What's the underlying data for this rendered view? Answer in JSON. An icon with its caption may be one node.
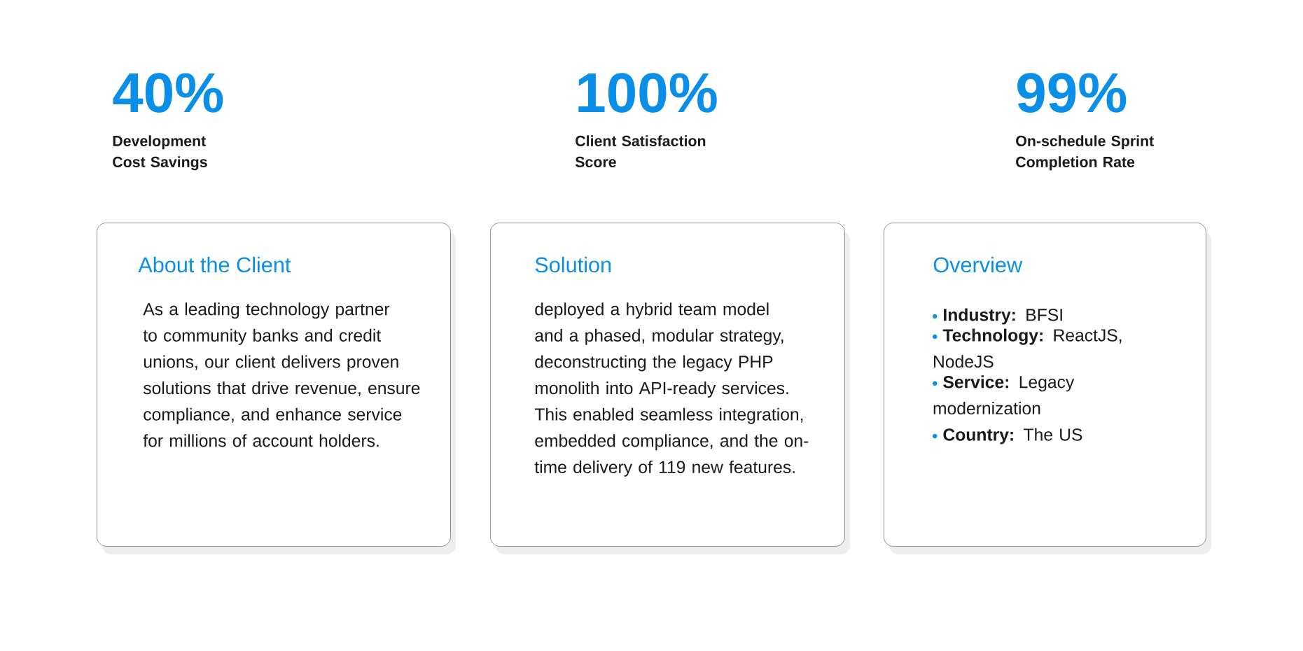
{
  "diagram": {
    "nodes": [
      {
        "text": [
          "About the Client",
          "As a leading technology partner to community banks and credit unions, our client delivers proven solutions that drive revenue, ensure compliance, and enhance service for millions of account holders."
        ]
      },
      {
        "text": [
          "Solution",
          "deployed a hybrid team model and a phased, modular strategy, deconstructing the legacy PHP monolith into API-ready services. This enabled seamless integration, embedded compliance, and the on-time delivery of 119 new features."
        ]
      },
      {
        "text": [
          "Overview",
          "**Industry:** BFSI",
          "**Technology:** ReactJS, NodeJS",
          "**Service:** Legacy modernization",
          "**Country:** The US"
        ]
      }
    ],
    "labels": [
      "40%",
      "Development Cost Savings",
      "100%",
      "Client Satisfaction Score",
      "99%",
      "On-schedule Sprint Completion Rate"
    ]
  }
}
